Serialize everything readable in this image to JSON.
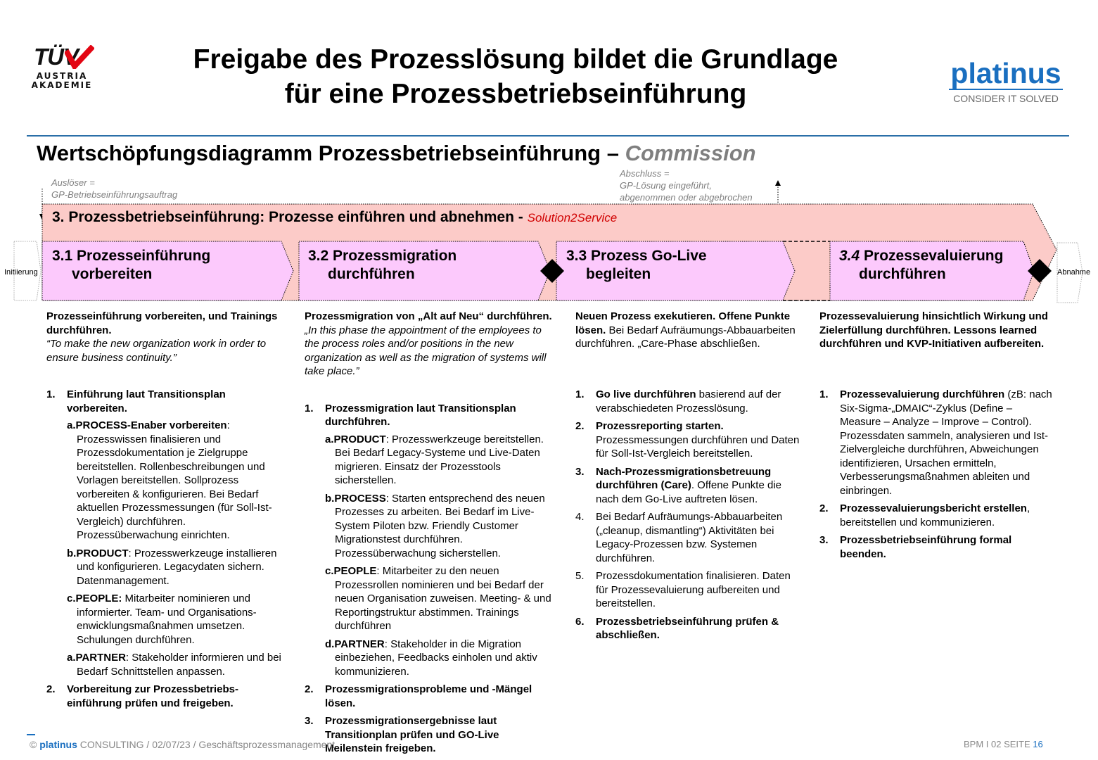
{
  "logo_left": {
    "brand": "TÜV",
    "line1": "AUSTRIA",
    "line2": "AKADEMIE",
    "check_color": "#e30613"
  },
  "title": {
    "line1": "Freigabe des Prozesslösung bildet die Grundlage",
    "line2": "für eine Prozessbetriebseinführung"
  },
  "logo_right": {
    "brand": "platinus",
    "tagline": "CONSIDER IT SOLVED",
    "color": "#1a6fc0"
  },
  "subtitle": {
    "main": "Wertschöpfungsdiagramm Prozessbetriebseinführung – ",
    "accent": "Commission"
  },
  "diagram": {
    "trigger_line1": "Auslöser =",
    "trigger_line2": "GP-Betriebseinführungsauftrag",
    "closure_line1": "Abschluss =",
    "closure_line2": "GP-Lösung eingeführt,",
    "closure_line3": "abgenommen oder abgebrochen",
    "band_title": "3. Prozessbetriebseinführung: Prozesse einführen und abnehmen - ",
    "band_accent": "Solution2Service",
    "start_label": "Initiierung",
    "end_label": "Abnahme",
    "band_color": "#fccbc8",
    "step_color": "#fcc9fc",
    "steps": [
      {
        "num": "3.1",
        "line1": "Prozesseinführung",
        "line2": "vorbereiten"
      },
      {
        "num": "3.2",
        "line1": "Prozessmigration",
        "line2": "durchführen"
      },
      {
        "num": "3.3",
        "line1": "Prozess Go-Live",
        "line2": "begleiten"
      },
      {
        "num": "3.4",
        "line1": "Prozessevaluierung",
        "line2": "durchführen"
      }
    ]
  },
  "columns": [
    {
      "intro": [
        {
          "s": "b",
          "t": "Prozesseinführung vorbereiten, und Trainings durchführen."
        },
        {
          "s": "br"
        },
        {
          "s": "i",
          "t": "“To make the new organization work in order to ensure business continuity.”"
        }
      ],
      "items": [
        {
          "num": "1.",
          "segs": [
            {
              "s": "b",
              "t": "Einführung laut Transitionsplan vorbereiten."
            }
          ],
          "subs": [
            {
              "label": "a.",
              "segs": [
                {
                  "s": "b",
                  "t": "PROCESS-Enaber vorbereiten"
                },
                {
                  "s": "t",
                  "t": ": Prozesswissen finalisieren und Prozessdokumentation je Zielgruppe bereitstellen. Rollenbeschreibungen  und Vorlagen bereitstellen. Sollprozess vorbereiten & konfigurieren. Bei Bedarf aktuellen Prozessmessungen (für Soll-Ist-Vergleich) durchführen. Prozessüberwachung einrichten."
                }
              ]
            },
            {
              "label": "b.",
              "segs": [
                {
                  "s": "b",
                  "t": "PRODUCT"
                },
                {
                  "s": "t",
                  "t": ": Prozesswerkzeuge installieren und konfigurieren. Legacydaten sichern. Datenmanagement."
                }
              ]
            },
            {
              "label": "c.",
              "segs": [
                {
                  "s": "b",
                  "t": "PEOPLE:"
                },
                {
                  "s": "t",
                  "t": " Mitarbeiter nominieren und informierter. Team- und Organisations-enwicklungsmaßnahmen umsetzen. Schulungen durchführen."
                }
              ]
            },
            {
              "label": "a.",
              "segs": [
                {
                  "s": "b",
                  "t": "PARTNER"
                },
                {
                  "s": "t",
                  "t": ": Stakeholder informieren und bei Bedarf  Schnittstellen anpassen."
                }
              ]
            }
          ]
        },
        {
          "num": "2.",
          "segs": [
            {
              "s": "b",
              "t": "Vorbereitung zur Prozessbetriebs-einführung prüfen und freigeben."
            }
          ]
        }
      ]
    },
    {
      "intro": [
        {
          "s": "b",
          "t": "Prozessmigration von „Alt auf Neu“ durchführen."
        },
        {
          "s": "i",
          "t": " „In this phase the appointment of the employees to the process roles and/or positions in the new organization as well as the migration of systems will take place.”"
        }
      ],
      "items": [
        {
          "num": "1.",
          "segs": [
            {
              "s": "b",
              "t": "Prozessmigration laut Transitionsplan durchführen."
            }
          ],
          "subs": [
            {
              "label": "a.",
              "segs": [
                {
                  "s": "b",
                  "t": "PRODUCT"
                },
                {
                  "s": "t",
                  "t": ": Prozesswerkzeuge bereitstellen. Bei Bedarf Legacy-Systeme und Live-Daten migrieren. Einsatz der Prozesstools sicherstellen."
                }
              ]
            },
            {
              "label": "b.",
              "segs": [
                {
                  "s": "b",
                  "t": "PROCESS"
                },
                {
                  "s": "t",
                  "t": ": Starten entsprechend des neuen Prozesses zu arbeiten. Bei Bedarf im Live-System Piloten bzw. Friendly Customer Migrationstest durchführen. Prozessüberwachung sicherstellen."
                }
              ]
            },
            {
              "label": "c.",
              "segs": [
                {
                  "s": "b",
                  "t": "PEOPLE"
                },
                {
                  "s": "t",
                  "t": ": Mitarbeiter zu den neuen Prozessrollen nominieren und bei Bedarf der neuen Organisation zuweisen. Meeting- & und Reportingstruktur abstimmen. Trainings durchführen"
                }
              ]
            },
            {
              "label": "d.",
              "segs": [
                {
                  "s": "b",
                  "t": "PARTNER"
                },
                {
                  "s": "t",
                  "t": ": Stakeholder in die Migration einbeziehen, Feedbacks einholen und aktiv kommunizieren."
                }
              ]
            }
          ]
        },
        {
          "num": "2.",
          "segs": [
            {
              "s": "b",
              "t": "Prozessmigrationsprobleme und -Mängel lösen."
            }
          ]
        },
        {
          "num": "3.",
          "segs": [
            {
              "s": "b",
              "t": "Prozessmigrationsergebnisse laut Transitionplan prüfen und GO-Live Meilenstein freigeben."
            }
          ]
        }
      ]
    },
    {
      "intro": [
        {
          "s": "b",
          "t": "Neuen Prozess exekutieren. Offene Punkte lösen."
        },
        {
          "s": "t",
          "t": " Bei Bedarf Aufräumungs-Abbauarbeiten durchführen. „Care-Phase abschließen."
        }
      ],
      "items": [
        {
          "num": "1.",
          "segs": [
            {
              "s": "b",
              "t": "Go live durchführen"
            },
            {
              "s": "t",
              "t": " basierend auf der verabschiedeten Prozesslösung."
            }
          ]
        },
        {
          "num": "2.",
          "segs": [
            {
              "s": "b",
              "t": "Prozessreporting starten."
            },
            {
              "s": "br"
            },
            {
              "s": "t",
              "t": "Prozessmessungen durchführen und Daten für Soll-Ist-Vergleich bereitstellen."
            }
          ]
        },
        {
          "num": "3.",
          "segs": [
            {
              "s": "b",
              "t": "Nach-Prozessmigrationsbetreuung durchführen (Care)"
            },
            {
              "s": "t",
              "t": ". Offene Punkte die nach dem Go-Live auftreten lösen."
            }
          ]
        },
        {
          "num": "4.",
          "plain": true,
          "segs": [
            {
              "s": "t",
              "t": "Bei Bedarf Aufräumungs-Abbauarbeiten („cleanup, dismantling“) Aktivitäten bei Legacy-Prozessen bzw. Systemen durchführen."
            }
          ]
        },
        {
          "num": "5.",
          "plain": true,
          "segs": [
            {
              "s": "t",
              "t": "Prozessdokumentation finalisieren. Daten für Prozessevaluierung aufbereiten und bereitstellen."
            }
          ]
        },
        {
          "num": "6.",
          "segs": [
            {
              "s": "b",
              "t": "Prozessbetriebseinführung prüfen & abschließen."
            }
          ]
        }
      ]
    },
    {
      "intro": [
        {
          "s": "b",
          "t": "Prozessevaluierung hinsichtlich Wirkung und Zielerfüllung durchführen. Lessons learned durchführen und KVP-Initiativen aufbereiten."
        }
      ],
      "items": [
        {
          "num": "1.",
          "segs": [
            {
              "s": "b",
              "t": "Prozessevaluierung durchführen"
            },
            {
              "s": "t",
              "t": " (zB: nach Six-Sigma-„DMAIC“-Zyklus (Define – Measure – Analyze – Improve – Control). Prozessdaten sammeln, analysieren und Ist-Zielvergleiche durchführen, Abweichungen identifizieren, Ursachen ermitteln, Verbesserungsmaßnahmen ableiten und einbringen."
            }
          ]
        },
        {
          "num": "2.",
          "segs": [
            {
              "s": "b",
              "t": "Prozessevaluierungsbericht erstellen"
            },
            {
              "s": "t",
              "t": ", bereitstellen und kommunizieren."
            }
          ]
        },
        {
          "num": "3.",
          "segs": [
            {
              "s": "b",
              "t": "Prozessbetriebseinführung formal beenden."
            }
          ]
        }
      ]
    }
  ],
  "footer": {
    "copyright": "©",
    "brand": "platinus",
    "text": " CONSULTING / 02/07/23 / Geschäftsprozessmanagement",
    "code": "BPM I 02   SEITE ",
    "page": "16"
  }
}
